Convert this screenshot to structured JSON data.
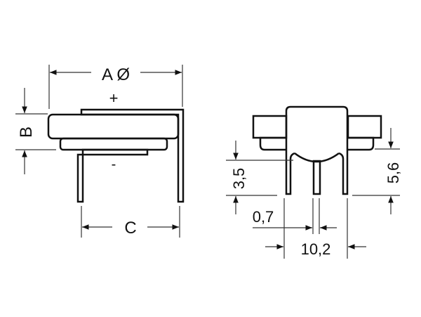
{
  "diagram": {
    "type": "technical-drawing",
    "subject": "coin cell battery holder with PCB pins",
    "side_view": {
      "labels": {
        "diameter": "A Ø",
        "height": "B",
        "pin_pitch": "C",
        "positive": "+",
        "negative": "-"
      }
    },
    "front_view": {
      "dimensions": {
        "pin_length": "3,5",
        "overall_pin_height": "5,6",
        "pin_width": "0,7",
        "width": "10,2"
      }
    },
    "colors": {
      "line": "#111111",
      "dim_line": "#333333",
      "background": "#ffffff"
    }
  }
}
